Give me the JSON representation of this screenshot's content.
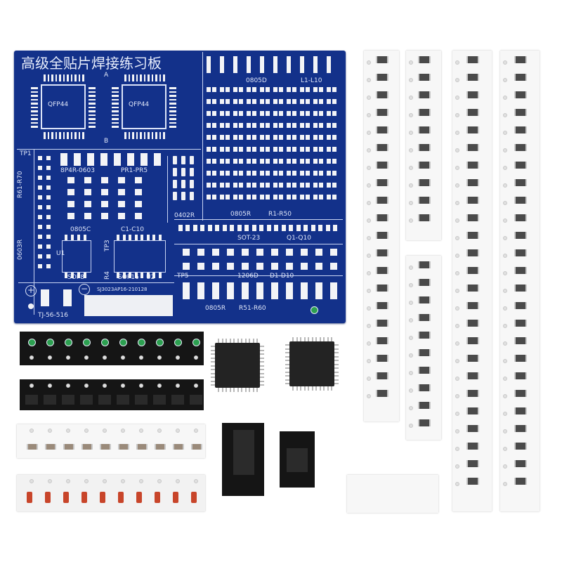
{
  "pcb": {
    "title": "高级全贴片焊接练习板",
    "labels": {
      "qfp44_a": "QFP44",
      "qfp44_b": "QFP44",
      "mark_a": "A",
      "mark_b": "B",
      "label_0805d": "0805D",
      "label_l1_l10": "L1-L10",
      "tp1": "TP1",
      "r61_r70": "R61-R70",
      "label_8p4r": "8P4R-0603",
      "label_pr1_pr5": "PR1-PR5",
      "label_0402r": "0402R",
      "label_0805r_1": "0805R",
      "label_r1_r50": "R1-R50",
      "label_0805c": "0805C",
      "label_c1_c10": "C1-C10",
      "label_0603r": "0603R",
      "label_u1": "U1",
      "label_tp3": "TP3",
      "label_sot23": "SOT-23",
      "label_q1_q10": "Q1-Q10",
      "label_sop8": "SOP8",
      "label_sop16": "SOP16",
      "label_u2": "U2",
      "label_1206d": "1206D",
      "label_d1_d10": "D1-D10",
      "label_tp5": "TP5",
      "label_serial": "SJ3023AP16-210128",
      "label_tj": "TJ-56-516",
      "label_0805r_2": "0805R",
      "label_r51_r60": "R51-R60",
      "plus_sign": "+",
      "minus_sign": "−",
      "label_r4": "R4"
    }
  },
  "colors": {
    "pcb_blue": "#13318a",
    "silkscreen": "#dfe6f8",
    "pad_silver": "#f3f4f7",
    "tape_white": "#f7f7f7",
    "ic_black": "#232323",
    "led_green": "#2ca050",
    "diode_red": "#c8452a"
  }
}
